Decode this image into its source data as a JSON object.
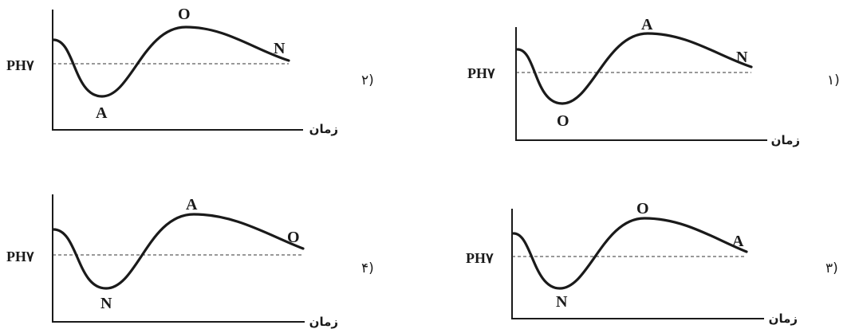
{
  "panels": [
    {
      "option_number": "۱)",
      "x_label": "زمان",
      "y_label": "PH۷",
      "points": {
        "minimum": "O",
        "maximum": "A",
        "end": "N"
      }
    },
    {
      "option_number": "۲)",
      "x_label": "زمان",
      "y_label": "PH۷",
      "points": {
        "minimum": "A",
        "maximum": "O",
        "end": "N"
      }
    },
    {
      "option_number": "۳)",
      "x_label": "زمان",
      "y_label": "PH۷",
      "points": {
        "minimum": "N",
        "maximum": "O",
        "end": "A"
      }
    },
    {
      "option_number": "۴)",
      "x_label": "زمان",
      "y_label": "PH۷",
      "points": {
        "minimum": "N",
        "maximum": "A",
        "end": "O"
      }
    }
  ]
}
